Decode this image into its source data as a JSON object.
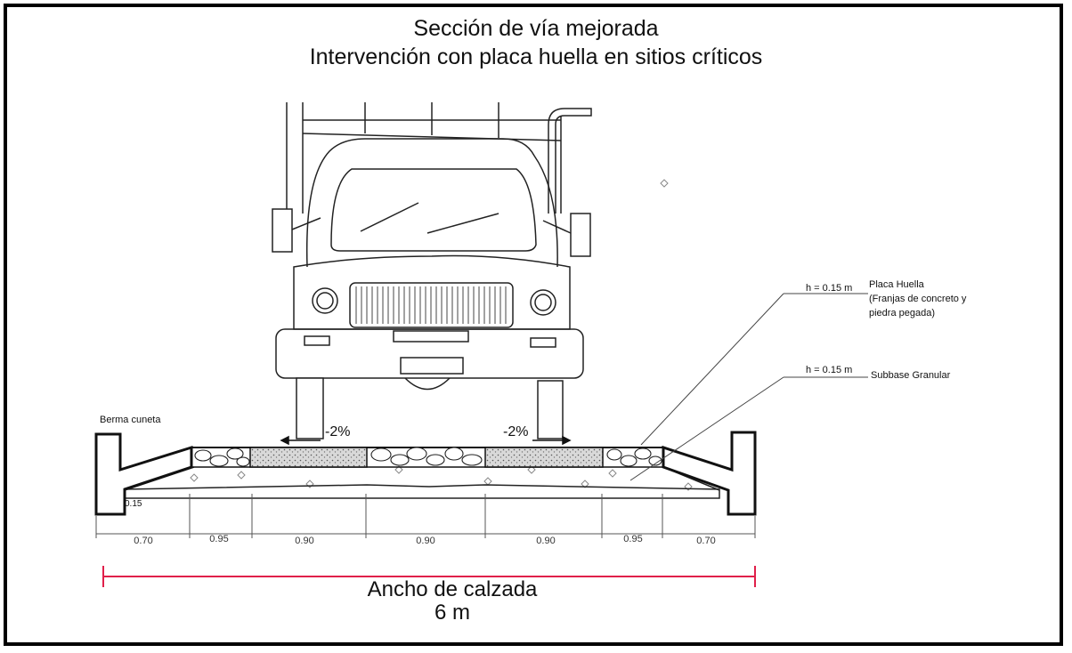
{
  "title_line1": "Sección de vía mejorada",
  "title_line2": "Intervención con placa huella en sitios críticos",
  "labels": {
    "berma": "Berma cuneta",
    "slope_left": "-2%",
    "slope_right": "-2%",
    "h_placa": "h = 0.15 m",
    "placa_title": "Placa Huella",
    "placa_desc1": "(Franjas de concreto y",
    "placa_desc2": "piedra pegada)",
    "h_subbase": "h = 0.15 m",
    "subbase": "Subbase Granular",
    "thickness": "0.15"
  },
  "dimensions": [
    "0.70",
    "0.95",
    "0.90",
    "0.90",
    "0.90",
    "0.95",
    "0.70"
  ],
  "footer": {
    "line1": "Ancho de calzada",
    "line2": "6 m"
  },
  "colors": {
    "width_line": "#e0204a",
    "concrete": "#bdbdbd"
  }
}
